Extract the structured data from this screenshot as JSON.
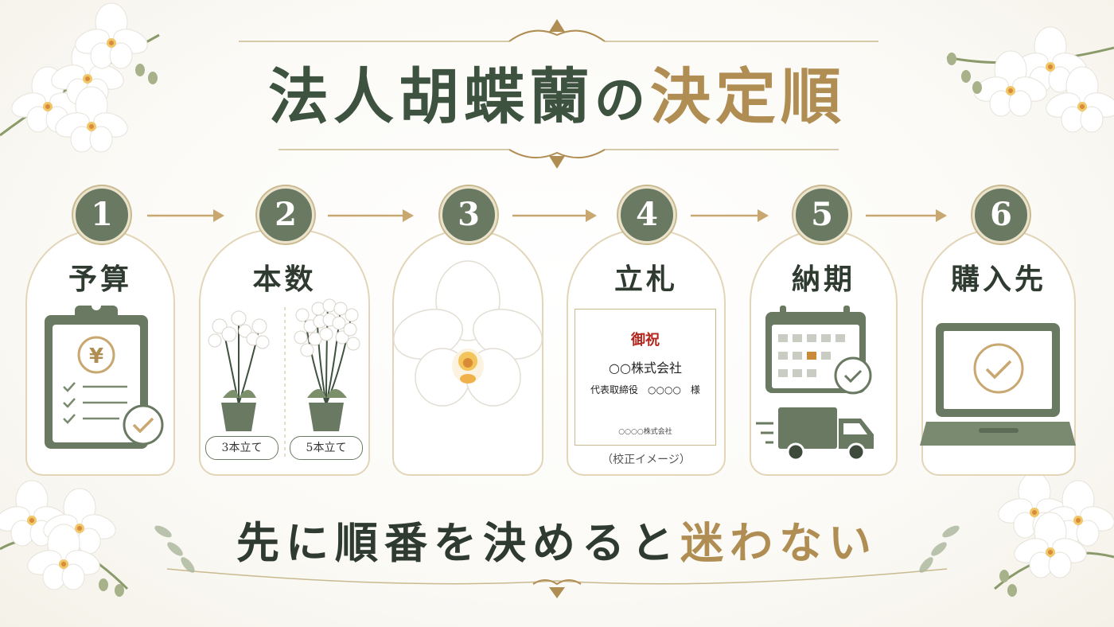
{
  "title": {
    "part1": "法人胡蝶蘭",
    "part2": "の",
    "part3": "決定順"
  },
  "steps": [
    {
      "number": "1",
      "label": "予算"
    },
    {
      "number": "2",
      "label": "本数"
    },
    {
      "number": "3",
      "label": ""
    },
    {
      "number": "4",
      "label": "立札"
    },
    {
      "number": "5",
      "label": "納期"
    },
    {
      "number": "6",
      "label": "購入先"
    }
  ],
  "budget": {
    "currency_symbol": "¥"
  },
  "count_options": [
    "3本立て",
    "5本立て"
  ],
  "tag": {
    "heading": "御祝",
    "company": "○○株式会社",
    "recipient": "代表取締役　○○○○　様",
    "sender": "○○○○株式会社",
    "caption": "（校正イメージ）"
  },
  "footer": {
    "part1": "先に順番を決めると",
    "part2": "迷わない"
  },
  "colors": {
    "green": "#3e5240",
    "sage": "#6a7a62",
    "gold": "#b08d52",
    "red": "#b3261e"
  }
}
